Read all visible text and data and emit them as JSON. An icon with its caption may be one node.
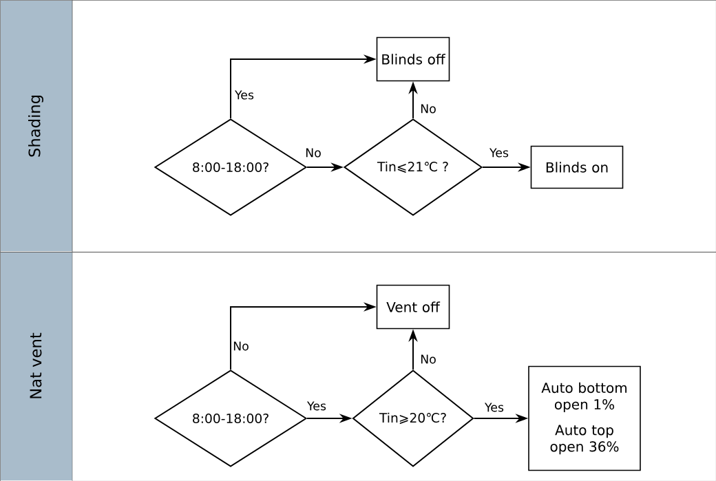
{
  "diagram": {
    "nodes": [
      {
        "text": [
          "Shading"
        ]
      },
      {
        "text": [
          "8:00-18:00?"
        ],
        "in": 0
      },
      {
        "text": [
          "Blinds off"
        ],
        "in": 0
      },
      {
        "text": [
          "Tin⩽21℃ ?"
        ],
        "in": 0
      },
      {
        "text": [
          "Blinds on"
        ],
        "in": 0
      },
      {
        "text": [
          "Nat vent"
        ]
      },
      {
        "text": [
          "8:00-18:00?"
        ],
        "in": 5
      },
      {
        "text": [
          "Vent off"
        ],
        "in": 5
      },
      {
        "text": [
          "Tin⩾20℃?"
        ],
        "in": 5
      },
      {
        "text": [
          "Auto bottom open 1%",
          "Auto top open 36%"
        ],
        "in": 5
      }
    ],
    "edges": [
      {
        "from": 1,
        "to": 2,
        "arrow": "to",
        "label": "Yes"
      },
      {
        "from": 1,
        "to": 3,
        "arrow": "to",
        "label": "No"
      },
      {
        "from": 3,
        "to": 2,
        "arrow": "to",
        "label": "No"
      },
      {
        "from": 3,
        "to": 4,
        "arrow": "to",
        "label": "Yes"
      },
      {
        "from": 6,
        "to": 7,
        "arrow": "to",
        "label": "No"
      },
      {
        "from": 6,
        "to": 8,
        "arrow": "to",
        "label": "Yes"
      },
      {
        "from": 8,
        "to": 7,
        "arrow": "to",
        "label": "No"
      },
      {
        "from": 8,
        "to": 9,
        "arrow": "to",
        "label": "Yes"
      }
    ]
  }
}
